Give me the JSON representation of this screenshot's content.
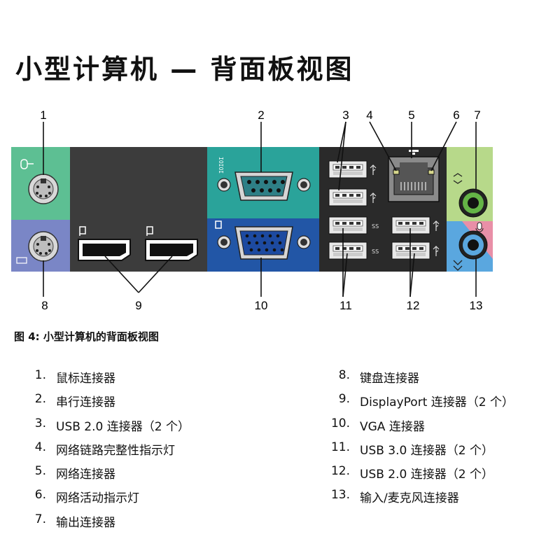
{
  "title": "小型计算机 — 背面板视图",
  "callouts": [
    "1",
    "2",
    "3",
    "4",
    "5",
    "6",
    "7",
    "8",
    "9",
    "10",
    "11",
    "12",
    "13"
  ],
  "caption": "图 4: 小型计算机的背面板视图",
  "legend_left": [
    {
      "num": "1.",
      "label": "鼠标连接器"
    },
    {
      "num": "2.",
      "label": "串行连接器"
    },
    {
      "num": "3.",
      "label": "USB 2.0 连接器（2 个）"
    },
    {
      "num": "4.",
      "label": "网络链路完整性指示灯"
    },
    {
      "num": "5.",
      "label": "网络连接器"
    },
    {
      "num": "6.",
      "label": "网络活动指示灯"
    },
    {
      "num": "7.",
      "label": "输出连接器"
    }
  ],
  "legend_right": [
    {
      "num": "8.",
      "label": "键盘连接器"
    },
    {
      "num": "9.",
      "label": "DisplayPort 连接器（2 个）"
    },
    {
      "num": "10.",
      "label": "VGA 连接器"
    },
    {
      "num": "11.",
      "label": "USB 3.0 连接器（2 个）"
    },
    {
      "num": "12.",
      "label": "USB 2.0 连接器（2 个）"
    },
    {
      "num": "13.",
      "label": "输入/麦克风连接器"
    }
  ],
  "colors": {
    "ps2_mouse": "#5dbf93",
    "ps2_keyboard": "#7a86c6",
    "serial_panel": "#2aa39a",
    "vga_panel": "#2256a6",
    "audio_out_panel": "#b7d98a",
    "mic_panel": "#e98fa7",
    "line_in_jack": "#5aa7df",
    "dark_panel": "#3c3c3c",
    "usb_panel": "#2a2a2a",
    "rj45_body": "#8a8a8a",
    "ps2_port": "#dcdcdc",
    "line_out_jack": "#64b446"
  }
}
